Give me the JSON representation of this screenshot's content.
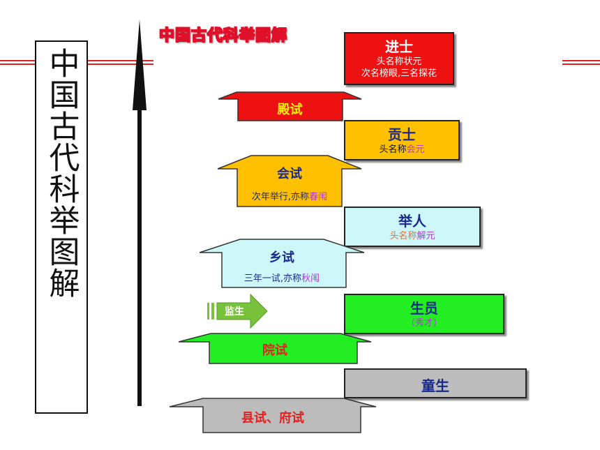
{
  "title_vertical": "中国古代科举图解",
  "diagram_title": "中国古代科举图解",
  "colors": {
    "red": "#ee1111",
    "gold": "#ffc000",
    "lightcyan": "#ccf6f8",
    "green": "#22ee22",
    "gray": "#bcbcbc",
    "highlight": "#b23ad6"
  },
  "ranks": {
    "jinshi": {
      "title": "进士",
      "line1": "头名称状元",
      "line2": "次名榜眼,三名探花"
    },
    "gongshi": {
      "title": "贡士",
      "prefix": "头名称",
      "highlight": "会元"
    },
    "juren": {
      "title": "举人",
      "prefix": "头名称",
      "highlight": "解元"
    },
    "shengyuan": {
      "title": "生员",
      "sub": "（秀才）"
    },
    "tongsheng": {
      "title": "童生"
    }
  },
  "exams": {
    "dianshi": {
      "title": "殿试"
    },
    "huishi": {
      "title": "会试",
      "prefix": "次年举行,亦称",
      "highlight": "春闱"
    },
    "xiangshi": {
      "title": "乡试",
      "prefix": "三年一试,亦称",
      "highlight": "秋闱"
    },
    "jiansheng": {
      "title": "监生"
    },
    "yuanshi": {
      "title": "院试"
    },
    "xianshi": {
      "title": "县试、府试"
    }
  }
}
